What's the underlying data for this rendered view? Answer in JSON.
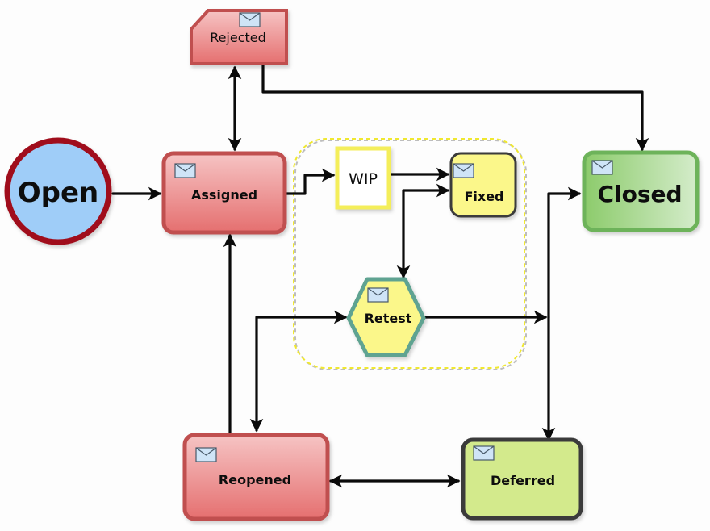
{
  "title": "Bug life cycle state diagram",
  "colors": {
    "red_fill_top": "#f6c0c0",
    "red_fill_bottom": "#e87474",
    "red_stroke": "#c05050",
    "open_fill": "#9fcdf8",
    "open_stroke": "#a0101a",
    "yellow_fill": "#fbf78a",
    "dark_stroke": "#3a3a3a",
    "green_fill_left": "#8fcc6e",
    "green_fill_right": "#d2ebc8",
    "green_stroke": "#6db35a",
    "deferred_fill": "#d3ea8c",
    "retest_stroke": "#5fa391",
    "wip_stroke": "#f4ee5a",
    "envelope_fill": "#cfe4f7",
    "envelope_stroke": "#4a5a6a",
    "group_stroke": "#f0e830"
  },
  "nodes": {
    "open": {
      "label": "Open",
      "shape": "circle"
    },
    "assigned": {
      "label": "Assigned",
      "shape": "rounded-rect",
      "icon": "envelope-icon"
    },
    "rejected": {
      "label": "Rejected",
      "shape": "card",
      "icon": "envelope-icon"
    },
    "wip": {
      "label": "WIP",
      "shape": "rect"
    },
    "fixed": {
      "label": "Fixed",
      "shape": "rounded-rect",
      "icon": "envelope-icon"
    },
    "retest": {
      "label": "Retest",
      "shape": "hexagon",
      "icon": "envelope-icon"
    },
    "closed": {
      "label": "Closed",
      "shape": "rounded-rect",
      "icon": "envelope-icon"
    },
    "reopened": {
      "label": "Reopened",
      "shape": "rounded-rect",
      "icon": "envelope-icon"
    },
    "deferred": {
      "label": "Deferred",
      "shape": "rounded-rect",
      "icon": "envelope-icon"
    }
  },
  "edges": [
    {
      "from": "Open",
      "to": "Assigned"
    },
    {
      "from": "Assigned",
      "to": "Rejected",
      "bidirectional": true
    },
    {
      "from": "Rejected",
      "to": "Closed"
    },
    {
      "from": "Assigned",
      "to": "WIP"
    },
    {
      "from": "WIP",
      "to": "Fixed"
    },
    {
      "from": "Fixed",
      "to": "Retest",
      "bidirectional": true
    },
    {
      "from": "Retest",
      "to": "Closed"
    },
    {
      "from": "Retest",
      "to": "Deferred"
    },
    {
      "from": "Reopened",
      "to": "Assigned"
    },
    {
      "from": "Reopened",
      "to": "Retest",
      "bidirectional": true
    },
    {
      "from": "Reopened",
      "to": "Deferred",
      "bidirectional": true
    }
  ],
  "group": {
    "label": "",
    "contains": [
      "WIP",
      "Fixed",
      "Retest"
    ]
  }
}
